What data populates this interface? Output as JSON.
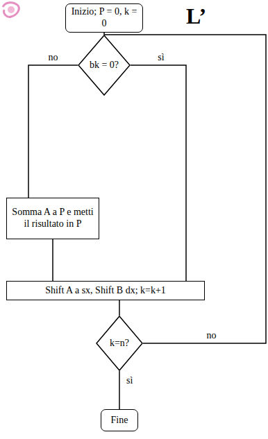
{
  "diagram": {
    "title": "L’",
    "nodes": [
      {
        "text": [
          "Inizio; P = 0, k = 0"
        ]
      },
      {
        "text": [
          "bk = 0?"
        ]
      },
      {
        "text": [
          "Somma A a P e metti il risultato in P"
        ]
      },
      {
        "text": [
          "Shift A a sx, Shift B dx; k=k+1"
        ]
      },
      {
        "text": [
          "k=n?"
        ]
      },
      {
        "text": [
          "Fine"
        ]
      }
    ],
    "edges": [
      {
        "from": 0,
        "to": 1,
        "arrow": "none"
      },
      {
        "from": 1,
        "to": 2,
        "label": "no",
        "arrow": "none"
      },
      {
        "from": 1,
        "to": 3,
        "label": "sì",
        "arrow": "none"
      },
      {
        "from": 2,
        "to": 3,
        "arrow": "none"
      },
      {
        "from": 3,
        "to": 4,
        "arrow": "none"
      },
      {
        "from": 4,
        "to": 1,
        "label": "no",
        "arrow": "none"
      },
      {
        "from": 4,
        "to": 5,
        "label": "sì",
        "arrow": "none"
      }
    ]
  }
}
